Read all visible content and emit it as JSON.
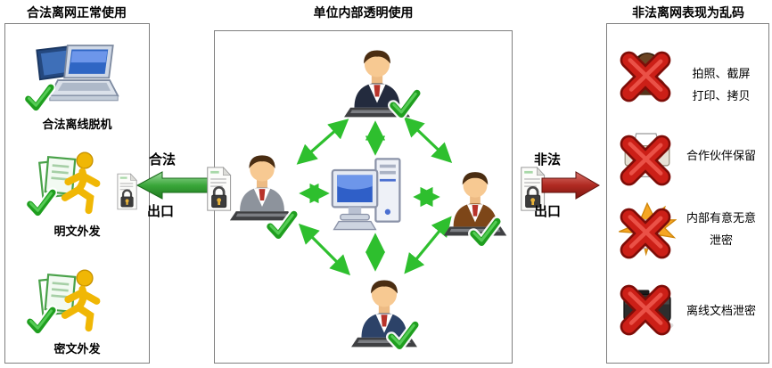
{
  "titles": {
    "left": "合法离网正常使用",
    "center": "单位内部透明使用",
    "right": "非法离网表现为乱码"
  },
  "left_panel": {
    "items": [
      {
        "label": "合法离线脱机",
        "icon": "laptop-check-icon"
      },
      {
        "label": "明文外发",
        "icon": "outgoing-person-check-icon"
      },
      {
        "label": "密文外发",
        "icon": "outgoing-person-check-icon"
      }
    ]
  },
  "center_panel": {
    "hub_icon": "desktop-computer-icon",
    "node_icon": "office-worker-check-icon",
    "link_icon": "green-double-arrow-icon",
    "node_count": 4
  },
  "right_panel": {
    "items": [
      {
        "line1": "拍照、截屏",
        "line2": "打印、拷贝",
        "icon": "person-silhouette-icon"
      },
      {
        "line1": "合作伙伴保留",
        "line2": "",
        "icon": "printer-icon"
      },
      {
        "line1": "内部有意无意",
        "line2": "泄密",
        "icon": "leak-burst-icon",
        "glyph": "?!!"
      },
      {
        "line1": "离线文档泄密",
        "line2": "",
        "icon": "camera-icon"
      }
    ]
  },
  "connectors": {
    "legal": {
      "word_top": "合法",
      "word_bottom": "出口",
      "icon": "document-lock-icon",
      "direction": "left"
    },
    "illegal": {
      "word_top": "非法",
      "word_bottom": "出口",
      "icon": "document-lock-icon",
      "direction": "right"
    }
  },
  "colors": {
    "check_green": "#1f9e1f",
    "link_green": "#2ebf2e",
    "legal_arrow_green": "#3aa63a",
    "illegal_arrow_red": "#b02a22",
    "cross_red": "#cc1f17"
  }
}
